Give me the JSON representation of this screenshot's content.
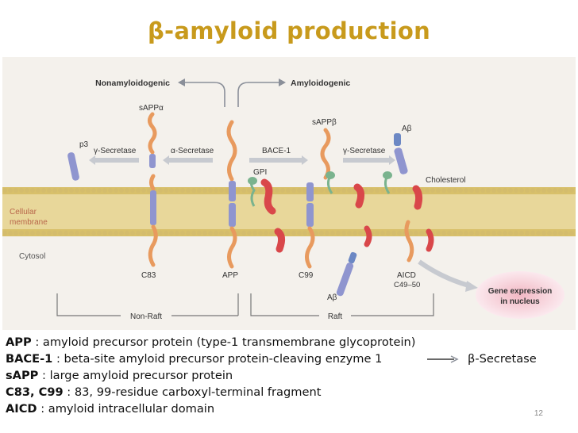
{
  "title": "β-amyloid production",
  "figure": {
    "pathways": {
      "left": "Nonamyloidogenic",
      "right": "Amyloidogenic"
    },
    "enzymes": {
      "gamma_left": "γ-Secretase",
      "alpha": "α-Secretase",
      "bace": "BACE-1",
      "gamma_right": "γ-Secretase"
    },
    "fragments": {
      "p3": "p3",
      "sapp_alpha": "sAPPα",
      "sapp_beta": "sAPPβ",
      "abeta_top": "Aβ",
      "abeta_bottom": "Aβ"
    },
    "labels": {
      "gpi": "GPI",
      "cholesterol": "Cholesterol",
      "cellular": "Cellular",
      "membrane": "membrane",
      "cytosol": "Cytosol"
    },
    "proteins": {
      "c83": "C83",
      "app": "APP",
      "c99": "C99",
      "aicd": "AICD",
      "c49": "C49–50"
    },
    "gene": {
      "line1": "Gene expression",
      "line2": "in nucleus"
    },
    "domains": {
      "nonraft": "Non-Raft",
      "raft": "Raft"
    },
    "colors": {
      "title": "#c89a1c",
      "membrane": "#e8d79a",
      "protein": "#e89a5e",
      "domain": "#8f95cf",
      "raft_protein": "#d9474a"
    }
  },
  "definitions": [
    {
      "term": "APP",
      "text": " : amyloid precursor protein (type-1 transmembrane glycoprotein)"
    },
    {
      "term": "BACE-1",
      "text": " : beta-site amyloid precursor protein-cleaving enzyme 1",
      "arrow_target": "β-Secretase"
    },
    {
      "term": "sAPP",
      "text": " : large amyloid precursor protein"
    },
    {
      "term": "C83, C99",
      "text": " : 83, 99-residue carboxyl-terminal fragment"
    },
    {
      "term": "AICD",
      "text": " : amyloid intracellular domain"
    }
  ],
  "page_number": "12"
}
